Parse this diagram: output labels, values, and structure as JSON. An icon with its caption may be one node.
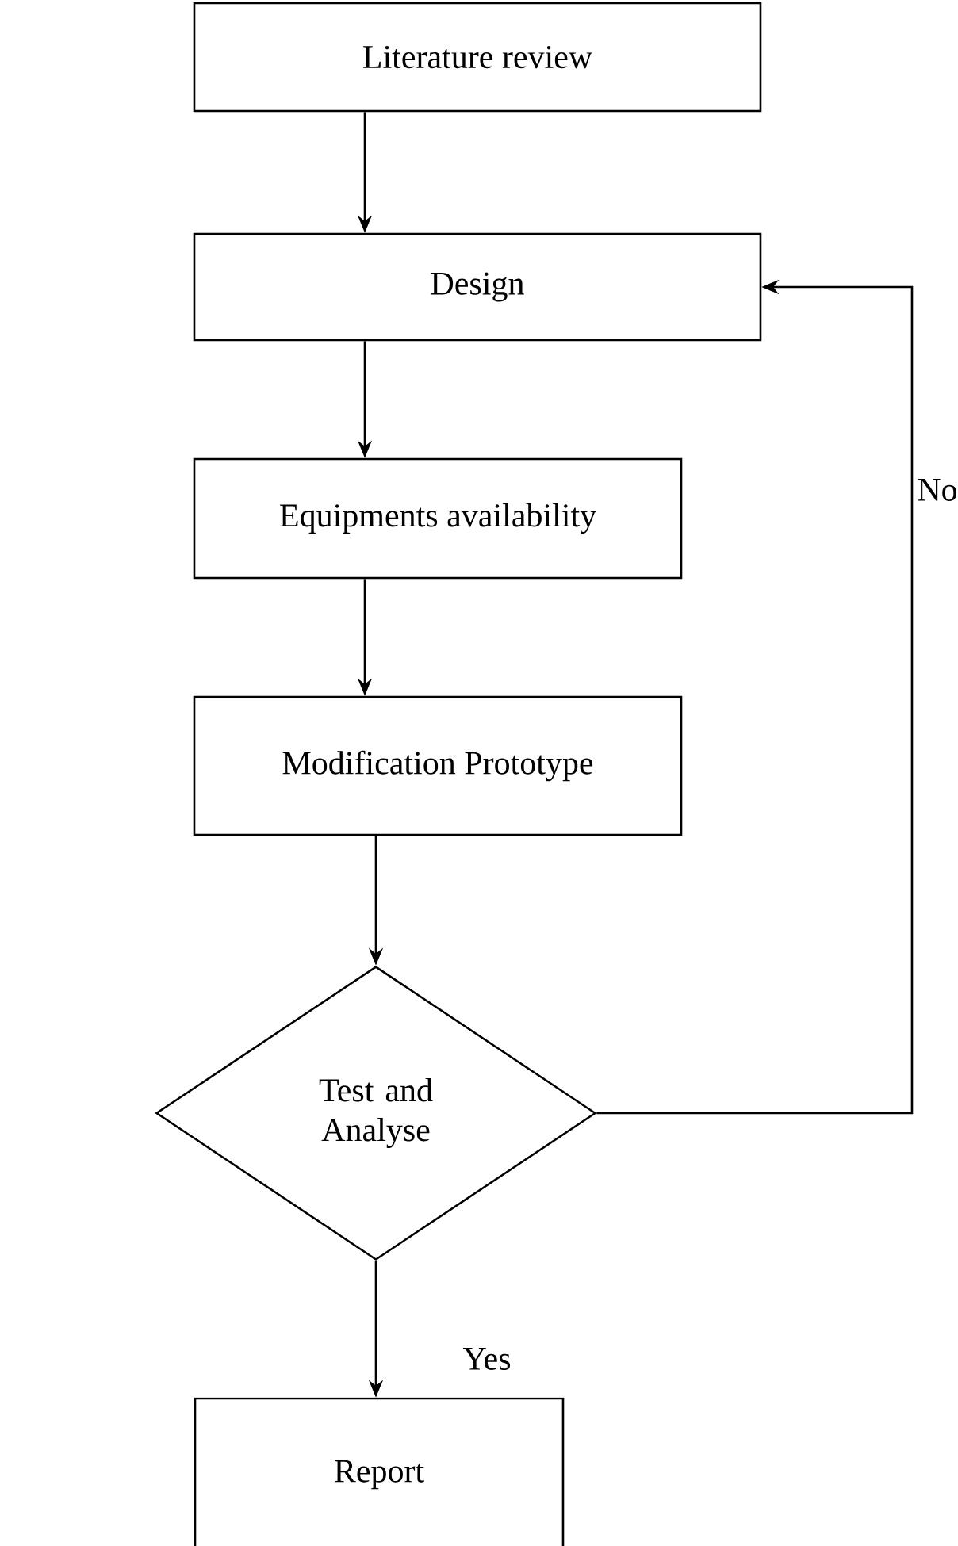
{
  "diagram": {
    "nodes": [
      {
        "text": [
          "Literature review"
        ]
      },
      {
        "text": [
          "Design"
        ]
      },
      {
        "text": [
          "Equipments availability"
        ]
      },
      {
        "text": [
          "Modification Prototype"
        ]
      },
      {
        "text": [
          "Test and Analyse"
        ]
      },
      {
        "text": [
          "Report"
        ]
      }
    ],
    "edges": [
      {
        "from": 0,
        "to": 1,
        "arrow": "to"
      },
      {
        "from": 1,
        "to": 2,
        "arrow": "to"
      },
      {
        "from": 2,
        "to": 3,
        "arrow": "to"
      },
      {
        "from": 3,
        "to": 4,
        "arrow": "to"
      },
      {
        "from": 4,
        "to": 5,
        "arrow": "to",
        "label": "Yes"
      },
      {
        "from": 4,
        "to": 1,
        "arrow": "to",
        "label": "No"
      }
    ]
  }
}
